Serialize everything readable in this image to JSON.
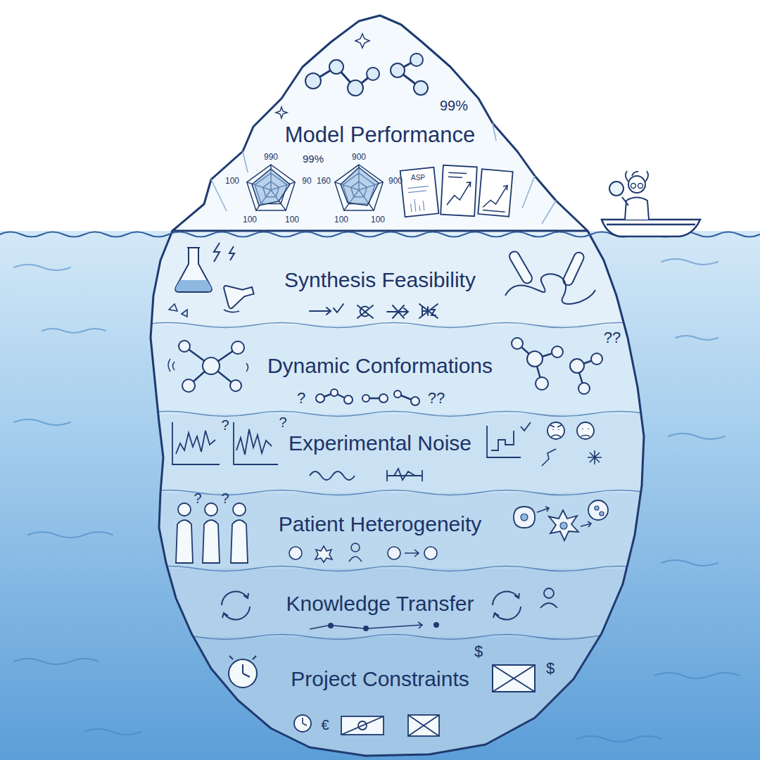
{
  "diagram": {
    "nodes": [
      {
        "text": [
          "Model Performance"
        ]
      },
      {
        "text": [
          "Synthesis Feasibility"
        ]
      },
      {
        "text": [
          "Dynamic Conformations"
        ]
      },
      {
        "text": [
          "Experimental Noise"
        ]
      },
      {
        "text": [
          "Patient Heterogeneity"
        ]
      },
      {
        "text": [
          "Knowledge Transfer"
        ]
      },
      {
        "text": [
          "Project Constraints"
        ]
      }
    ],
    "labels": [
      "99%",
      "99%",
      "990",
      "100",
      "90",
      "100",
      "100",
      "900",
      "160",
      "900",
      "100",
      "100",
      "ASP",
      "?",
      "??",
      "??",
      "?",
      "?",
      "?",
      "?",
      "$",
      "$",
      "€"
    ]
  }
}
